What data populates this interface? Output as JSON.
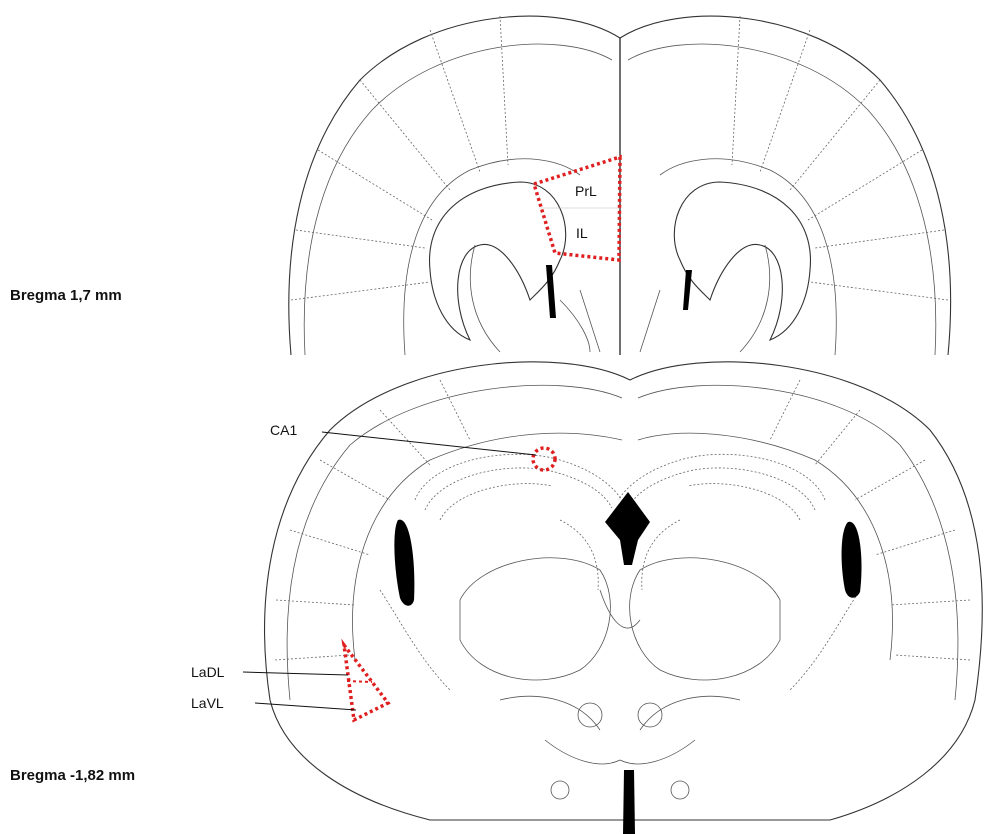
{
  "sections": [
    {
      "id": "top",
      "label": "Bregma 1,7 mm"
    },
    {
      "id": "bottom",
      "label": "Bregma -1,82 mm"
    }
  ],
  "regions": {
    "prl": "PrL",
    "il": "IL",
    "ca1": "CA1",
    "ladl": "LaDL",
    "lavl": "LaVL"
  },
  "colors": {
    "roi": "#e02020",
    "outline": "#333333",
    "ventricle": "#000000"
  }
}
